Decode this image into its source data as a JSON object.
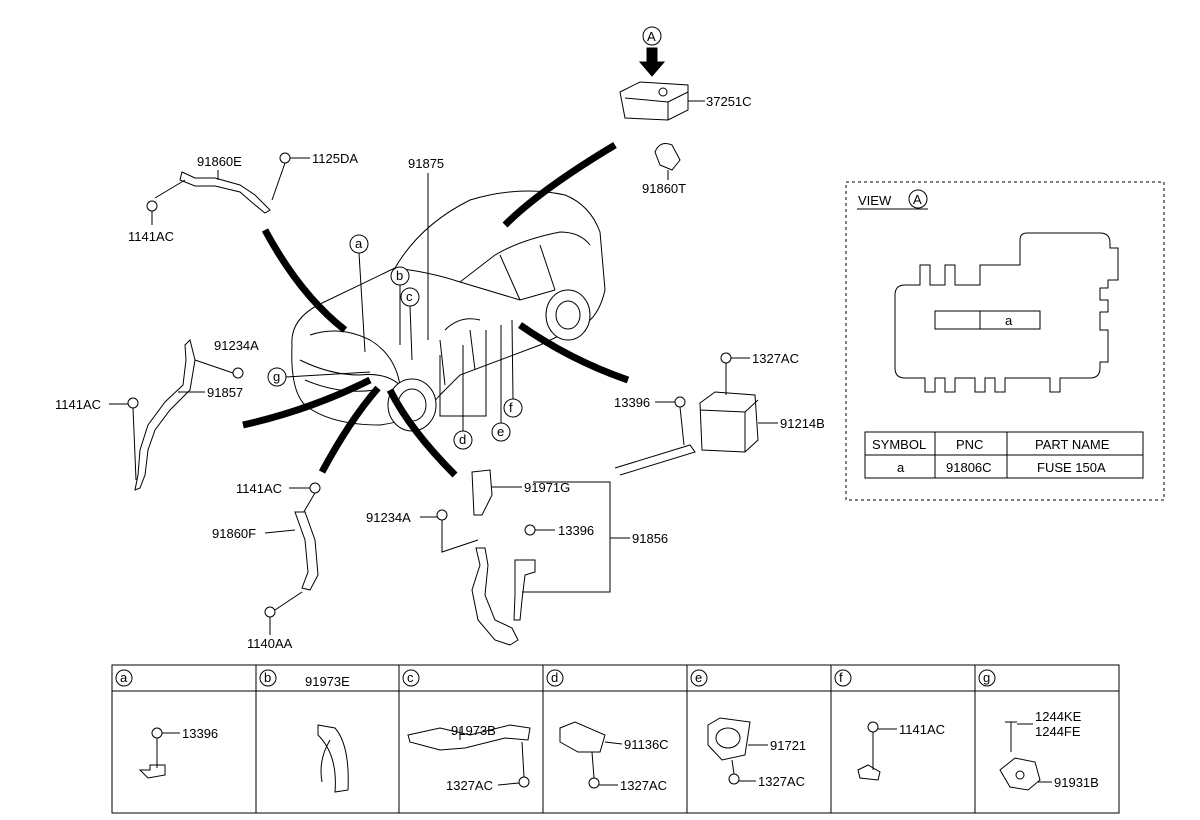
{
  "view": {
    "label": "VIEW",
    "marker": "A",
    "inner_label": "a",
    "table": {
      "headers": [
        "SYMBOL",
        "PNC",
        "PART NAME"
      ],
      "rows": [
        [
          "a",
          "91806C",
          "FUSE 150A"
        ]
      ]
    }
  },
  "callouts": {
    "arrow_marker": "A",
    "p37251C": "37251C",
    "p91860T": "91860T",
    "p91875": "91875",
    "p91860E": "91860E",
    "p1125DA": "1125DA",
    "p1141AC_tl": "1141AC",
    "p91234A_l": "91234A",
    "p91857": "91857",
    "p1141AC_l": "1141AC",
    "p1327AC_r": "1327AC",
    "p13396_r": "13396",
    "p91214B": "91214B",
    "p91971G": "91971G",
    "p91234A_m": "91234A",
    "p13396_m": "13396",
    "p91856": "91856",
    "p1141AC_m": "1141AC",
    "p91860F": "91860F",
    "p1140AA": "1140AA"
  },
  "car_markers": [
    "a",
    "b",
    "c",
    "d",
    "e",
    "f",
    "g"
  ],
  "panels": [
    {
      "letter": "a",
      "header": "",
      "parts": [
        "13396"
      ]
    },
    {
      "letter": "b",
      "header": "91973E",
      "parts": []
    },
    {
      "letter": "c",
      "header": "",
      "parts": [
        "91973B",
        "1327AC"
      ]
    },
    {
      "letter": "d",
      "header": "",
      "parts": [
        "91136C",
        "1327AC"
      ]
    },
    {
      "letter": "e",
      "header": "",
      "parts": [
        "91721",
        "1327AC"
      ]
    },
    {
      "letter": "f",
      "header": "",
      "parts": [
        "1141AC"
      ]
    },
    {
      "letter": "g",
      "header": "",
      "parts": [
        "1244KE",
        "1244FE",
        "91931B"
      ]
    }
  ]
}
